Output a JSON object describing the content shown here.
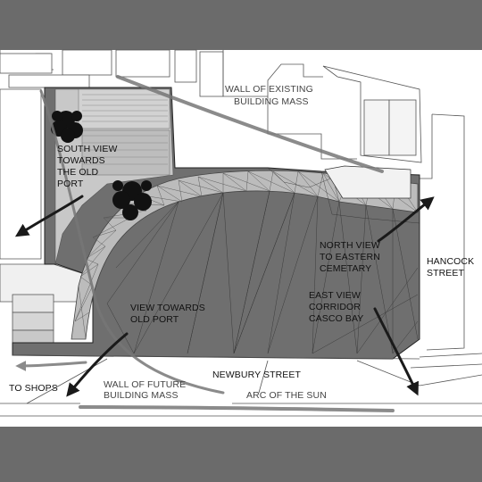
{
  "diagram": {
    "labels": {
      "wall_existing": [
        "WALL OF EXISTING",
        "BUILDING MASS"
      ],
      "south_view": [
        "SOUTH VIEW",
        "TOWARDS",
        "THE OLD",
        "PORT"
      ],
      "north_view": [
        "NORTH VIEW",
        "TO EASTERN",
        "CEMETARY"
      ],
      "hancock": [
        "HANCOCK",
        "STREET"
      ],
      "east_view": [
        "EAST VIEW",
        "CORRIDOR",
        "CASCO BAY"
      ],
      "view_old_port": [
        "VIEW TOWARDS",
        "OLD PORT"
      ],
      "newbury": [
        "NEWBURY STREET"
      ],
      "to_shops": [
        "TO SHOPS"
      ],
      "wall_future": [
        "WALL OF FUTURE",
        "BUILDING MASS"
      ],
      "arc_sun": [
        "ARC OF THE SUN"
      ]
    },
    "colors": {
      "frame": "#6b6b6b",
      "paper": "#ffffff",
      "site_dark": "#6f6f6f",
      "plaza": "#c8c8c8",
      "stroke_marker": "#777777",
      "arrow": "#1a1a1a"
    },
    "icons": [
      "tree-icon",
      "view-arrow-icon"
    ]
  }
}
